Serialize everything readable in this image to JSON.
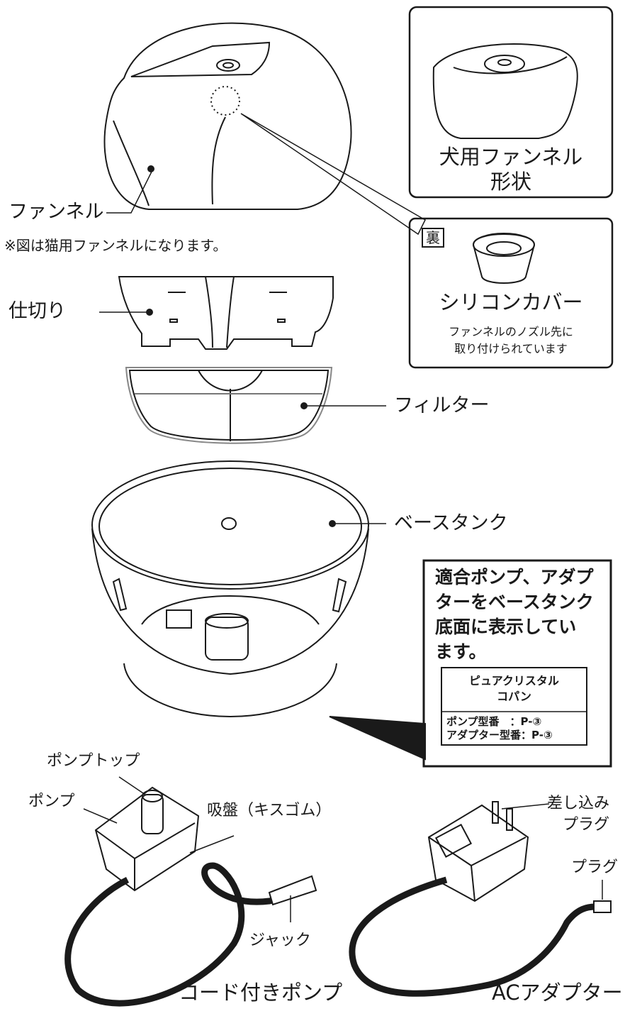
{
  "funnel": {
    "label": "ファンネル",
    "note": "※図は猫用ファンネルになります。"
  },
  "dog_funnel": {
    "line1": "犬用ファンネル",
    "line2": "形状"
  },
  "silicone": {
    "badge": "裏",
    "title": "シリコンカバー",
    "note_line1": "ファンネルのノズル先に",
    "note_line2": "取り付けられています"
  },
  "partition": {
    "label": "仕切り"
  },
  "filter": {
    "label": "フィルター"
  },
  "base_tank": {
    "label": "ベースタンク"
  },
  "info_box": {
    "line1": "適合ポンプ、アダプ",
    "line2": "ターをベースタンク",
    "line3": "底面に表示してい",
    "line4": "ます。",
    "sticker_title1": "ピュアクリスタル",
    "sticker_title2": "コパン",
    "pump_model": "ポンプ型番　：P-③",
    "adapter_model": "アダプター型番：P-③"
  },
  "pump": {
    "top_label": "ポンプトップ",
    "pump_label": "ポンプ",
    "suction_label": "吸盤（キスゴム）",
    "jack_label": "ジャック",
    "caption": "コード付きポンプ"
  },
  "adapter": {
    "plug_prongs_line1": "差し込み",
    "plug_prongs_line2": "プラグ",
    "plug_label": "プラグ",
    "caption": "ACアダプター"
  }
}
